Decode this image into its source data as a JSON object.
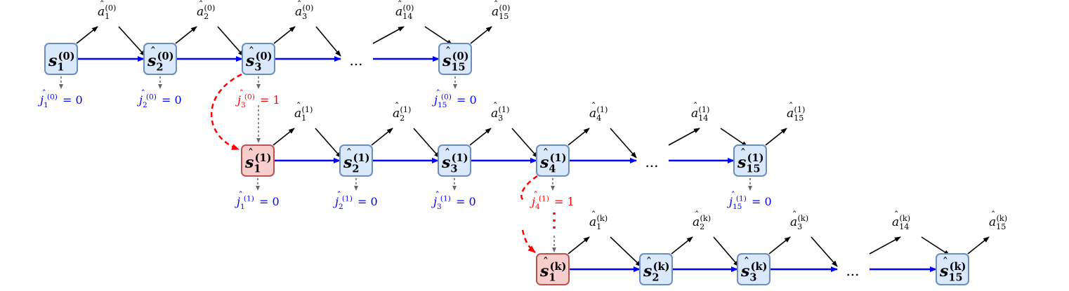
{
  "colors": {
    "node_fill": "#dae8fc",
    "node_stroke": "#6c8ebf",
    "reset_fill": "#f8cecc",
    "reset_stroke": "#b85450",
    "transition": "#0000ff",
    "action": "#000000",
    "judge_arrow": "#666666",
    "flag_ok": "#0000ff",
    "flag_bad": "#ff0000"
  },
  "rows": [
    {
      "sup": "(0)",
      "ellipsis": "...",
      "nodes": [
        {
          "base": "s",
          "hat": false,
          "sub": "1",
          "reset": false,
          "action_sub": "1",
          "judge": {
            "sub": "1",
            "value": "= 0",
            "bad": false
          }
        },
        {
          "base": "s",
          "hat": true,
          "sub": "2",
          "reset": false,
          "action_sub": "2",
          "judge": {
            "sub": "2",
            "value": "= 0",
            "bad": false
          }
        },
        {
          "base": "s",
          "hat": true,
          "sub": "3",
          "reset": false,
          "action_sub": "3",
          "judge": {
            "sub": "3",
            "value": "= 1",
            "bad": true
          }
        },
        {
          "base": "s",
          "hat": true,
          "sub": "15",
          "reset": false,
          "action_sub": "15",
          "pre_action_sub": "14",
          "judge": {
            "sub": "15",
            "value": "= 0",
            "bad": false
          }
        }
      ]
    },
    {
      "sup": "(1)",
      "ellipsis": "...",
      "nodes": [
        {
          "base": "s",
          "hat": true,
          "sub": "1",
          "reset": true,
          "action_sub": "1",
          "judge": {
            "sub": "1",
            "value": "= 0",
            "bad": false
          }
        },
        {
          "base": "s",
          "hat": true,
          "sub": "2",
          "reset": false,
          "action_sub": "2",
          "judge": {
            "sub": "2",
            "value": "= 0",
            "bad": false
          }
        },
        {
          "base": "s",
          "hat": true,
          "sub": "3",
          "reset": false,
          "action_sub": "3",
          "judge": {
            "sub": "3",
            "value": "= 0",
            "bad": false
          }
        },
        {
          "base": "s",
          "hat": true,
          "sub": "4",
          "reset": false,
          "action_sub": "4",
          "judge": {
            "sub": "4",
            "value": "= 1",
            "bad": true
          }
        },
        {
          "base": "s",
          "hat": true,
          "sub": "15",
          "reset": false,
          "action_sub": "15",
          "pre_action_sub": "14",
          "judge": {
            "sub": "15",
            "value": "= 0",
            "bad": false
          }
        }
      ]
    },
    {
      "sup": "(k)",
      "ellipsis": "...",
      "nodes": [
        {
          "base": "s",
          "hat": true,
          "sub": "1",
          "reset": true,
          "action_sub": "1"
        },
        {
          "base": "s",
          "hat": true,
          "sub": "2",
          "reset": false,
          "action_sub": "2"
        },
        {
          "base": "s",
          "hat": true,
          "sub": "3",
          "reset": false,
          "action_sub": "3"
        },
        {
          "base": "s",
          "hat": true,
          "sub": "15",
          "reset": false,
          "action_sub": "15",
          "pre_action_sub": "14"
        }
      ]
    }
  ],
  "symbols": {
    "action": "a",
    "judge": "j"
  }
}
